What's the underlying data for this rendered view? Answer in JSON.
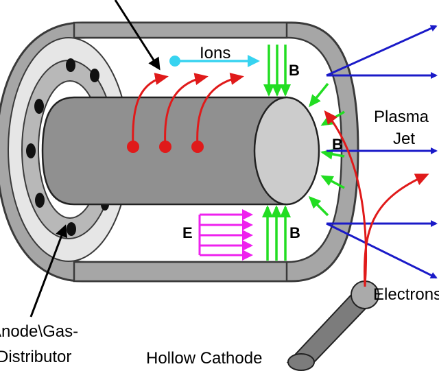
{
  "labels": {
    "ions": "Ions",
    "b_top": "B",
    "b_middle": "B",
    "b_bottom": "B",
    "e_field": "E",
    "plasma_line1": "Plasma",
    "plasma_line2": "Jet",
    "electrons": "Electrons",
    "anode_line1": "Anode\\Gas-",
    "anode_line2": "Distributor",
    "hollow_cathode": "Hollow Cathode"
  },
  "colors": {
    "casing": "#a6a6a6",
    "casing_edge": "#3a3a3a",
    "anode_ring": "#b8b8b8",
    "channel": "#ffffff",
    "inner_pole": "#909090",
    "pole_face": "#cccccc",
    "ion_arrow": "#e01a1a",
    "ion_dot": "#e01a1a",
    "ion_label_arrow": "#37d3f0",
    "magnetic_field": "#22dd22",
    "electric_field": "#ee22ee",
    "plasma_jet": "#1a1ac8",
    "cathode": "#7c7c7c"
  }
}
